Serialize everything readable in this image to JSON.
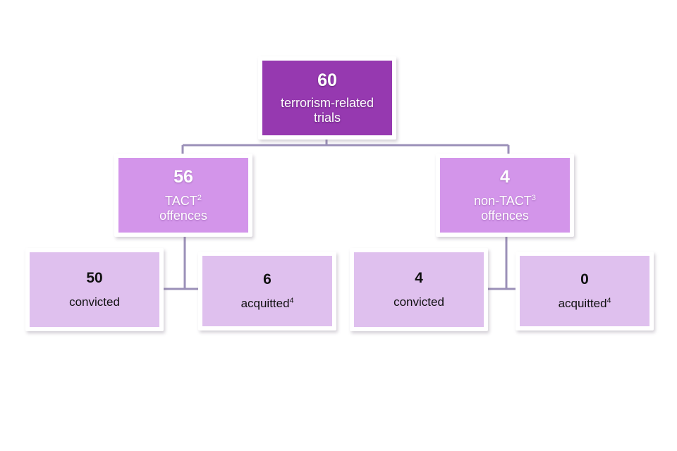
{
  "diagram": {
    "type": "flow-tree",
    "background_color": "#ffffff",
    "connector_color": "#9b90b8",
    "levels": [
      {
        "level": 1,
        "fill_color": "#9639b0",
        "text_color": "#ffffff",
        "nodes": [
          {
            "id": "trials",
            "value": "60",
            "label": "terrorism-related trials",
            "label_line_1": "terrorism-related",
            "label_line_2": "trials",
            "footnote": ""
          }
        ]
      },
      {
        "level": 2,
        "fill_color": "#d395ea",
        "text_color": "#ffffff",
        "nodes": [
          {
            "id": "tact",
            "value": "56",
            "label": "TACT2 offences",
            "label_line_1": "TACT",
            "footnote": "2",
            "label_line_2": "offences"
          },
          {
            "id": "non-tact",
            "value": "4",
            "label": "non-TACT3 offences",
            "label_line_1": "non-TACT",
            "footnote": "3",
            "label_line_2": "offences"
          }
        ]
      },
      {
        "level": 3,
        "fill_color": "#dfc0ee",
        "text_color": "#111111",
        "nodes": [
          {
            "id": "tact-convicted",
            "value": "50",
            "label": "convicted",
            "footnote": ""
          },
          {
            "id": "tact-acquitted",
            "value": "6",
            "label": "acquitted",
            "footnote": "4"
          },
          {
            "id": "non-tact-convicted",
            "value": "4",
            "label": "convicted",
            "footnote": ""
          },
          {
            "id": "non-tact-acquitted",
            "value": "0",
            "label": "acquitted",
            "footnote": "4"
          }
        ]
      }
    ]
  },
  "chart_data": {
    "type": "table",
    "title": "Terrorism-related trials outcomes",
    "categories": [
      "60 terrorism-related trials",
      "56 TACT offences",
      "4 non-TACT offences",
      "50 convicted",
      "6 acquitted",
      "4 convicted",
      "0 acquitted"
    ],
    "values": [
      60,
      56,
      4,
      50,
      6,
      4,
      0
    ]
  }
}
